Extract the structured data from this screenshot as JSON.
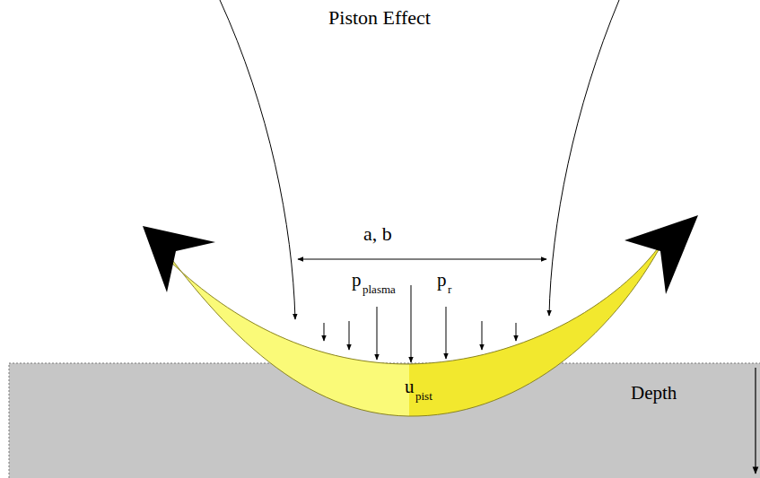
{
  "diagram": {
    "title": "Piston Effect",
    "labels": [
      "a, b",
      "p",
      "plasma",
      "p",
      "r",
      "u",
      "pist",
      "Depth"
    ]
  }
}
